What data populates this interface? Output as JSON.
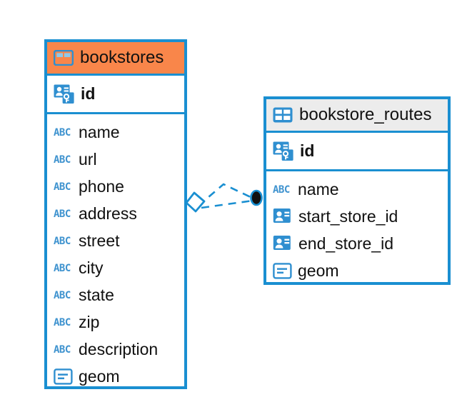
{
  "diagram": {
    "type": "entity-relationship-diagram",
    "background": "#ffffff",
    "accent_color": "#1a8fd1",
    "highlight_color": "#f9864a",
    "neutral_header_color": "#ececec"
  },
  "entities": [
    {
      "name": "bookstores",
      "header_style": "accent",
      "icon": "table-icon",
      "primary_keys": [
        {
          "label": "id",
          "icon": "primary-key-icon",
          "type": "pk"
        }
      ],
      "fields": [
        {
          "label": "name",
          "icon": "abc-text-icon",
          "type": "text"
        },
        {
          "label": "url",
          "icon": "abc-text-icon",
          "type": "text"
        },
        {
          "label": "phone",
          "icon": "abc-text-icon",
          "type": "text"
        },
        {
          "label": "address",
          "icon": "abc-text-icon",
          "type": "text"
        },
        {
          "label": "street",
          "icon": "abc-text-icon",
          "type": "text"
        },
        {
          "label": "city",
          "icon": "abc-text-icon",
          "type": "text"
        },
        {
          "label": "state",
          "icon": "abc-text-icon",
          "type": "text"
        },
        {
          "label": "zip",
          "icon": "abc-text-icon",
          "type": "text"
        },
        {
          "label": "description",
          "icon": "abc-text-icon",
          "type": "text"
        },
        {
          "label": "geom",
          "icon": "geometry-icon",
          "type": "geometry"
        }
      ]
    },
    {
      "name": "bookstore_routes",
      "header_style": "neutral",
      "icon": "table-icon",
      "primary_keys": [
        {
          "label": "id",
          "icon": "primary-key-icon",
          "type": "pk"
        }
      ],
      "fields": [
        {
          "label": "name",
          "icon": "abc-text-icon",
          "type": "text"
        },
        {
          "label": "start_store_id",
          "icon": "foreign-key-icon",
          "type": "fk"
        },
        {
          "label": "end_store_id",
          "icon": "foreign-key-icon",
          "type": "fk"
        },
        {
          "label": "geom",
          "icon": "geometry-icon",
          "type": "geometry"
        }
      ]
    }
  ],
  "relationship": {
    "source_entity": "bookstores",
    "target_entity": "bookstore_routes",
    "source_marker": "diamond-marker",
    "target_marker": "circle-marker",
    "line_style": "dashed",
    "color": "#1a8fd1"
  }
}
